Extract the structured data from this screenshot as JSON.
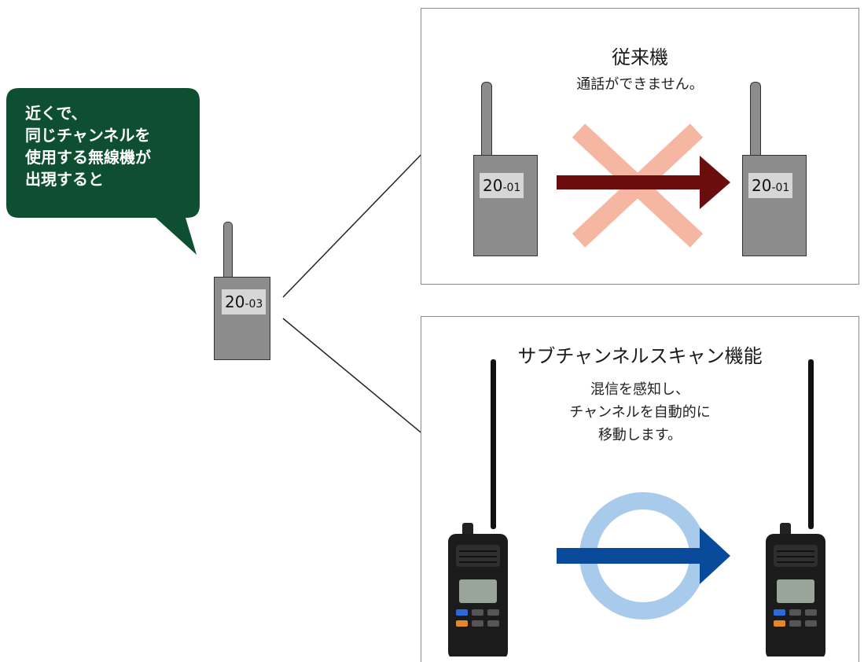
{
  "speech_bubble": {
    "lines": [
      "近くで、",
      "同じチャンネルを",
      "使用する無線機が",
      "出現すると"
    ]
  },
  "center_radio": {
    "channel": "20",
    "subchannel": "-03"
  },
  "panel_old": {
    "title": "従来機",
    "subtitle": "通話ができません。",
    "left_radio": {
      "channel": "20",
      "subchannel": "-01"
    },
    "right_radio": {
      "channel": "20",
      "subchannel": "-01"
    }
  },
  "panel_new": {
    "title": "サブチャンネルスキャン機能",
    "subtitle_lines": [
      "混信を感知し、",
      "チャンネルを自動的に",
      "移動します。"
    ]
  },
  "colors": {
    "bubble": "#0d4f30",
    "cross": "#f5b6a2",
    "arrow_old": "#6b0d0d",
    "circle": "#a9cbeb",
    "arrow_new": "#0a4a9b"
  }
}
